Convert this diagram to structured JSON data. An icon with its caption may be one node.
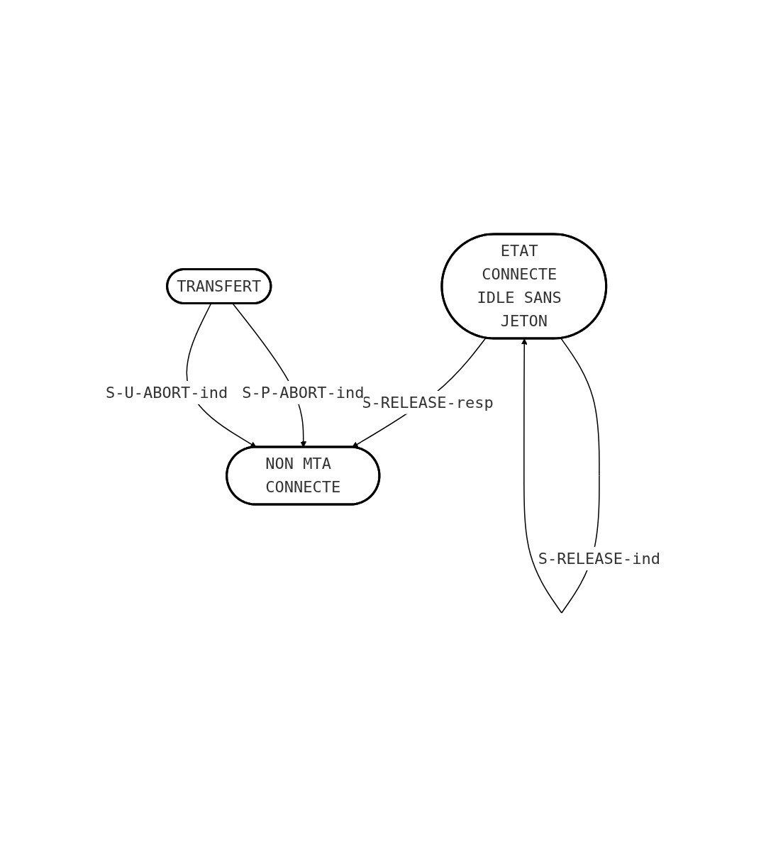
{
  "diagram": {
    "nodes": [
      {
        "text": [
          "ETAT CONNECTE IDLE SANS JETON"
        ]
      },
      {
        "text": [
          "NON MTA CONNECTE"
        ]
      },
      {
        "text": [
          "TRANSFERT"
        ]
      }
    ],
    "edges": [
      {
        "from": 0,
        "to": 0,
        "arrow": "to",
        "label": "S-RELEASE-ind"
      },
      {
        "from": 0,
        "to": 1,
        "arrow": "to",
        "label": "S-RELEASE-resp"
      },
      {
        "from": 2,
        "to": 1,
        "arrow": "to",
        "label": "S-P-ABORT-ind"
      },
      {
        "from": 2,
        "to": 1,
        "arrow": "to",
        "label": "S-U-ABORT-ind"
      }
    ]
  }
}
